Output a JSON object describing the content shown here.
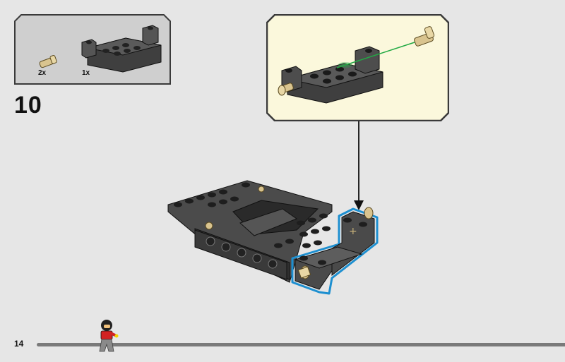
{
  "parts_list": {
    "items": [
      {
        "part": "axle-pin-tan",
        "quantity": "2x"
      },
      {
        "part": "brick-bracket-dark-gray",
        "quantity": "1x"
      }
    ]
  },
  "step": {
    "number": "10"
  },
  "footer": {
    "page_number": "14"
  },
  "colors": {
    "background": "#e6e6e6",
    "panel_gray": "#cfcfcf",
    "panel_cream": "#fbf8dc",
    "panel_border": "#3a3a3a",
    "brick_dark": "#4a4a4a",
    "pin_tan": "#d9c48f",
    "highlight_blue": "#1d8fd0",
    "guide_green": "#22aa44"
  }
}
